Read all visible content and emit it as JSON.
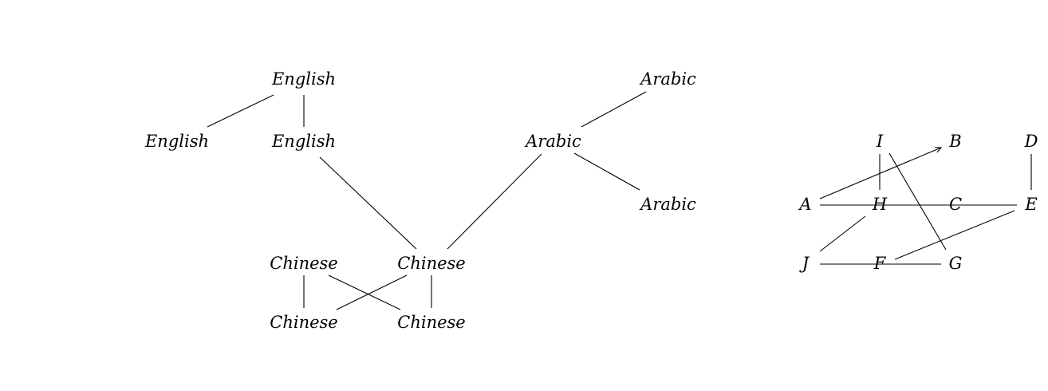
{
  "left_diagram": {
    "nodes": {
      "english_root": "English",
      "english_left": "English",
      "english_mid": "English",
      "arabic_top": "Arabic",
      "arabic_mid": "Arabic",
      "arabic_bottom": "Arabic",
      "chinese_tl": "Chinese",
      "chinese_tr": "Chinese",
      "chinese_bl": "Chinese",
      "chinese_br": "Chinese"
    },
    "edges": [
      [
        "english_root",
        "english_left"
      ],
      [
        "english_root",
        "english_mid"
      ],
      [
        "english_mid",
        "chinese_tr"
      ],
      [
        "arabic_mid",
        "chinese_tr"
      ],
      [
        "arabic_top",
        "arabic_mid"
      ],
      [
        "arabic_mid",
        "arabic_bottom"
      ],
      [
        "chinese_tl",
        "chinese_bl"
      ],
      [
        "chinese_tl",
        "chinese_br"
      ],
      [
        "chinese_tr",
        "chinese_bl"
      ],
      [
        "chinese_tr",
        "chinese_br"
      ]
    ]
  },
  "right_diagram": {
    "nodes": {
      "I": "I",
      "B": "B",
      "D": "D",
      "A": "A",
      "H": "H",
      "C": "C",
      "E": "E",
      "J": "J",
      "F": "F",
      "G": "G"
    },
    "edges": [
      {
        "from": "I",
        "to": "H",
        "arrow": false
      },
      {
        "from": "I",
        "to": "G",
        "arrow": false
      },
      {
        "from": "A",
        "to": "B",
        "arrow": true
      },
      {
        "from": "A",
        "to": "E",
        "arrow": false
      },
      {
        "from": "H",
        "to": "C",
        "arrow": false
      },
      {
        "from": "D",
        "to": "E",
        "arrow": false
      },
      {
        "from": "H",
        "to": "J",
        "arrow": false
      },
      {
        "from": "J",
        "to": "G",
        "arrow": false
      },
      {
        "from": "F",
        "to": "E",
        "arrow": false
      }
    ]
  }
}
